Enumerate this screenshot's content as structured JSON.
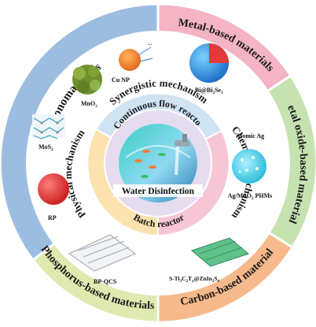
{
  "outer_segments": {
    "monomaterials": "Monomaterials",
    "metal_based": "Metal-based materials",
    "metal_oxide": "Metal oxide-based materials",
    "carbon_based": "Carbon-based material",
    "phosphorus_based": "Phosphorus-based materials"
  },
  "mechanisms": {
    "synergistic": "Synergistic mechanism",
    "physical": "Physical mechanism",
    "chemical": "Chemical mechanism"
  },
  "reactors": {
    "continuous": "Continuous flow reactor",
    "batch": "Batch reactor"
  },
  "center_label": "Water Disinfection",
  "materials": {
    "cu_np": "Cu NP",
    "bi_se": "Bi@Bi",
    "bi_se_sub1": "2",
    "bi_se_tail": "Se",
    "bi_se_sub2": "3",
    "mno2_a": "MnO",
    "mno2_a_sub": "2",
    "mos2": "MoS",
    "mos2_sub": "2",
    "rp": "RP",
    "atomic_ag": "Atomic Ag",
    "ag_mno2": "Ag/MnO",
    "ag_mno2_sub": "2",
    "ag_mno2_tail": " PHMs",
    "bp_qcs": "BP-QCS",
    "stict": "S-Ti",
    "stict_s1": "3",
    "stict_m1": "C",
    "stict_s2": "2",
    "stict_m2": "T",
    "stict_s3": "x",
    "stict_m3": "@ZnIn",
    "stict_s4": "2",
    "stict_m4": "S",
    "stict_s5": "4"
  },
  "colors": {
    "monomaterials": "#9dbde0",
    "metal_based": "#f4b4c4",
    "metal_oxide": "#c6e2b0",
    "carbon_based": "#f6b98c",
    "phosphorus_based": "#dfeab0",
    "synergistic": "#cfe3f2",
    "physical": "#fbe2ae",
    "chemical": "#f6c6d4",
    "reactor_ring": "#e6dcef"
  },
  "icons": [
    "cu-nanoparticle-icon",
    "bi-sphere-icon",
    "mno2-flower-icon",
    "mos2-lattice-icon",
    "red-phosphorus-sphere-icon",
    "ag-mno2-sphere-icon",
    "bp-qcs-sheet-icon",
    "mxene-sheet-icon",
    "water-faucet-icon"
  ]
}
